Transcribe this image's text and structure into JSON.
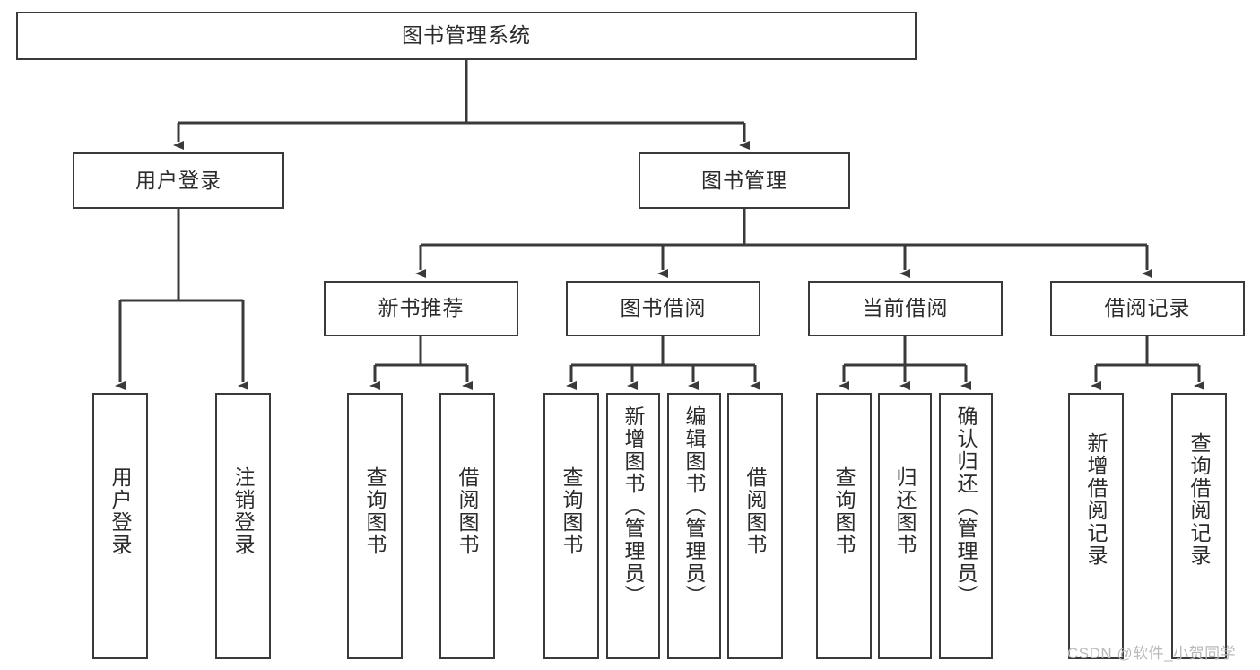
{
  "diagram": {
    "title": "图书管理系统",
    "type": "tree",
    "watermark": "CSDN @软件_小贺同学",
    "colors": {
      "border": "#3a3a3a",
      "background": "#ffffff",
      "text": "#2b2b2b",
      "edge": "#3a3a3a",
      "watermark": "#b9b9b9"
    }
  },
  "nodes": {
    "root": {
      "label": "图书管理系统"
    },
    "level2": [
      {
        "id": "user-login",
        "label": "用户登录"
      },
      {
        "id": "book-manage",
        "label": "图书管理"
      }
    ],
    "level3": [
      {
        "id": "new-book-recommend",
        "label": "新书推荐"
      },
      {
        "id": "book-borrow",
        "label": "图书借阅"
      },
      {
        "id": "current-borrow",
        "label": "当前借阅"
      },
      {
        "id": "borrow-record",
        "label": "借阅记录"
      }
    ],
    "leaves": [
      {
        "id": "leaf-user-login",
        "label": "用户登录",
        "parent": "user-login"
      },
      {
        "id": "leaf-logout",
        "label": "注销登录",
        "parent": "user-login"
      },
      {
        "id": "leaf-query-book-1",
        "label": "查询图书",
        "parent": "new-book-recommend"
      },
      {
        "id": "leaf-borrow-book-1",
        "label": "借阅图书",
        "parent": "new-book-recommend"
      },
      {
        "id": "leaf-query-book-2",
        "label": "查询图书",
        "parent": "book-borrow"
      },
      {
        "id": "leaf-add-book",
        "label": "新增图书（管理员）",
        "parent": "book-borrow"
      },
      {
        "id": "leaf-edit-book",
        "label": "编辑图书（管理员）",
        "parent": "book-borrow"
      },
      {
        "id": "leaf-borrow-book-2",
        "label": "借阅图书",
        "parent": "book-borrow"
      },
      {
        "id": "leaf-query-book-3",
        "label": "查询图书",
        "parent": "current-borrow"
      },
      {
        "id": "leaf-return-book",
        "label": "归还图书",
        "parent": "current-borrow"
      },
      {
        "id": "leaf-confirm-return",
        "label": "确认归还（管理员）",
        "parent": "current-borrow"
      },
      {
        "id": "leaf-add-record",
        "label": "新增借阅记录",
        "parent": "borrow-record"
      },
      {
        "id": "leaf-query-record",
        "label": "查询借阅记录",
        "parent": "borrow-record"
      }
    ]
  }
}
